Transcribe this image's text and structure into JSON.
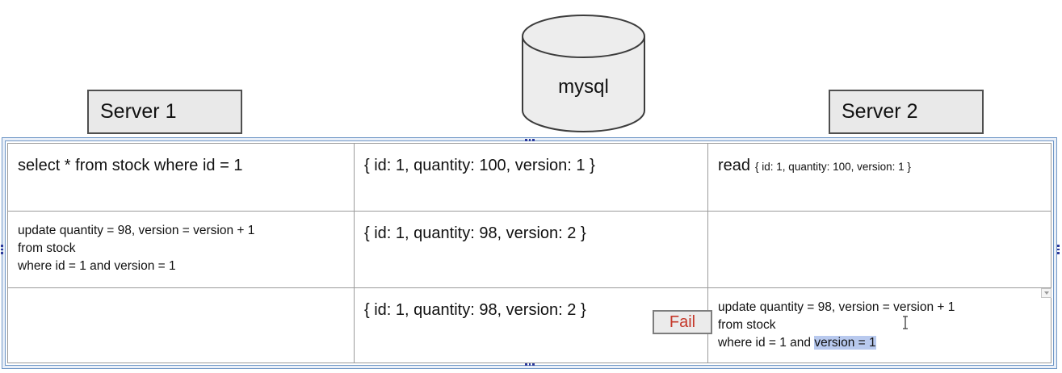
{
  "colors": {
    "selection_frame_blue": "#7097c6",
    "handle_dot_blue": "#2c3a9c",
    "shape_fill_gray": "#e9e9e9",
    "shape_border_gray": "#4f4f4f",
    "cell_border_gray": "#9b9b9b",
    "fail_red": "#c5392b",
    "text_selection_highlight": "#b8c9ee"
  },
  "diagram": {
    "database_label": "mysql",
    "server1_label": "Server 1",
    "server2_label": "Server 2"
  },
  "table": {
    "columns": [
      "server1",
      "database",
      "server2"
    ],
    "rows": [
      {
        "server1_query": "select * from stock where id = 1",
        "db_result": "{ id: 1, quantity: 100, version: 1 }",
        "server2_action": "read",
        "server2_result": "{ id: 1, quantity: 100, version: 1 }"
      },
      {
        "server1_lines": [
          "update quantity = 98, version = version + 1",
          "from stock",
          "where id = 1 and version = 1"
        ],
        "db_result": "{ id: 1, quantity: 98, version: 2 }"
      },
      {
        "db_result": "{ id: 1, quantity: 98, version: 2 }",
        "fail_label": "Fail",
        "server2_lines": [
          "update quantity = 98, version = version + 1",
          "from stock"
        ],
        "server2_where_prefix": "where id = 1 and ",
        "server2_where_highlighted": "version = 1"
      }
    ]
  }
}
